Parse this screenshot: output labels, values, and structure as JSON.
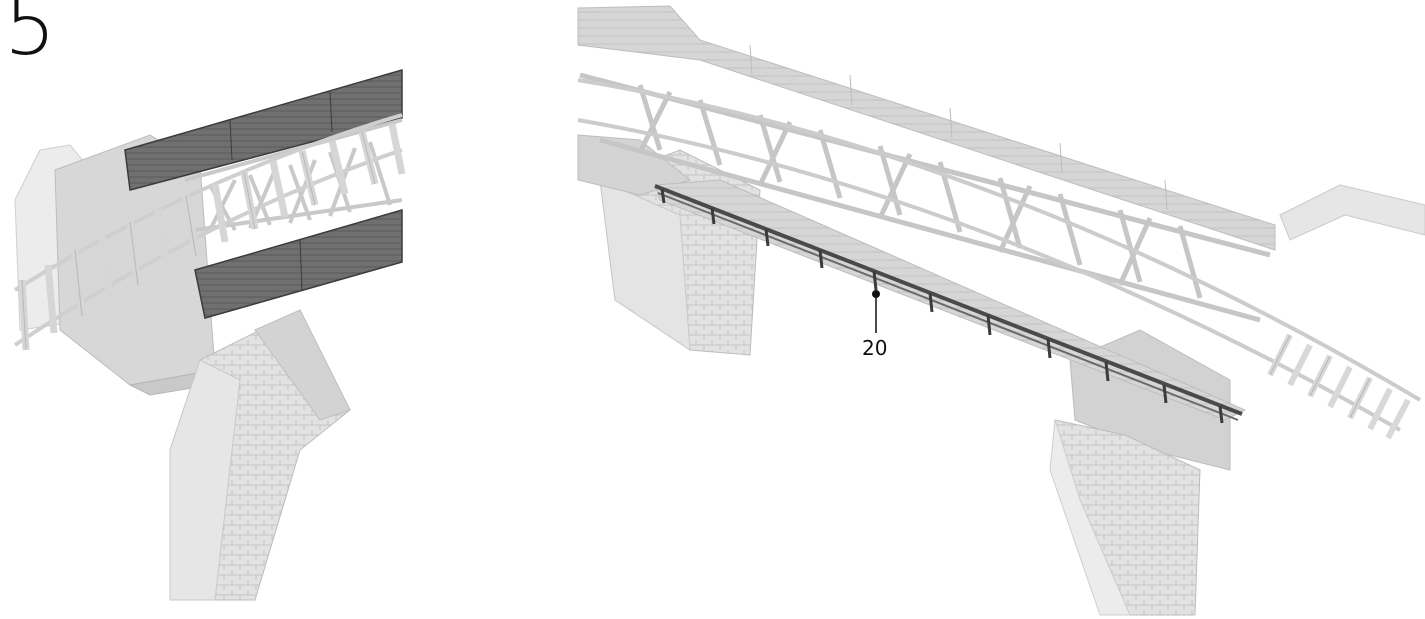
{
  "step": {
    "number": "5"
  },
  "callouts": [
    {
      "label": "20",
      "part": "railing"
    }
  ],
  "colors": {
    "light_part": "#d9d9d9",
    "light_part_edge": "#bdbdbd",
    "dark_part": "#6f6f6f",
    "dark_part_edge": "#3c3c3c",
    "railing": "#4a4a4a",
    "background": "#ffffff"
  },
  "views": [
    {
      "name": "left-detail-view",
      "shows": [
        "bridge-deck",
        "curved-track",
        "dark-side-panels",
        "stone-pier"
      ]
    },
    {
      "name": "right-assembled-view",
      "shows": [
        "bridge-deck",
        "curved-track",
        "stone-piers",
        "railing"
      ]
    }
  ]
}
